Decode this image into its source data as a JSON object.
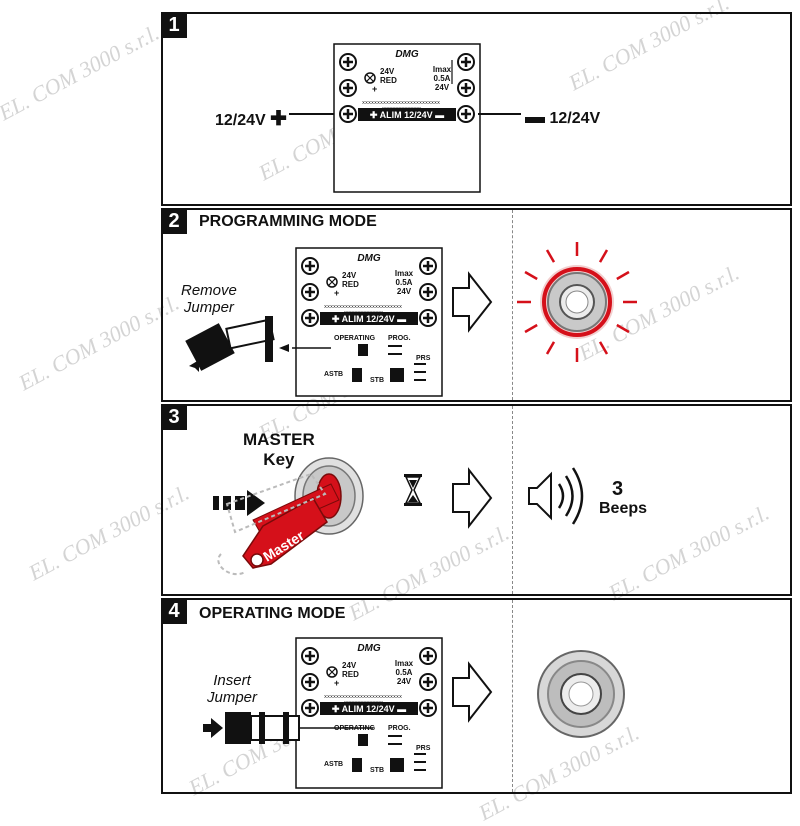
{
  "watermark": "EL. COM 3000 s.r.l.",
  "step1": {
    "number": "1",
    "left_supply": "12/24V",
    "right_supply": "12/24V"
  },
  "step2": {
    "number": "2",
    "title": "PROGRAMMING MODE",
    "action": "Remove\nJumper"
  },
  "step3": {
    "number": "3",
    "key_label": "MASTER\nKey",
    "key_tag": "Master",
    "beeps_count": "3",
    "beeps_label": "Beeps"
  },
  "step4": {
    "number": "4",
    "title": "OPERATING MODE",
    "action": "Insert\nJumper"
  },
  "board": {
    "brand": "DMG",
    "lamp": "24V\nRED",
    "imax": "Imax\n0.5A\n24V",
    "alim": "ALIM 12/24V",
    "operating": "OPERATING",
    "prog": "PROG.",
    "astb": "ASTB",
    "stb": "STB",
    "prs": "PRS",
    "code": "xxxxxxxxxxxxx"
  },
  "colors": {
    "accent_red": "#d5101a",
    "ink": "#111111",
    "watermark": "#d4d4d4"
  }
}
